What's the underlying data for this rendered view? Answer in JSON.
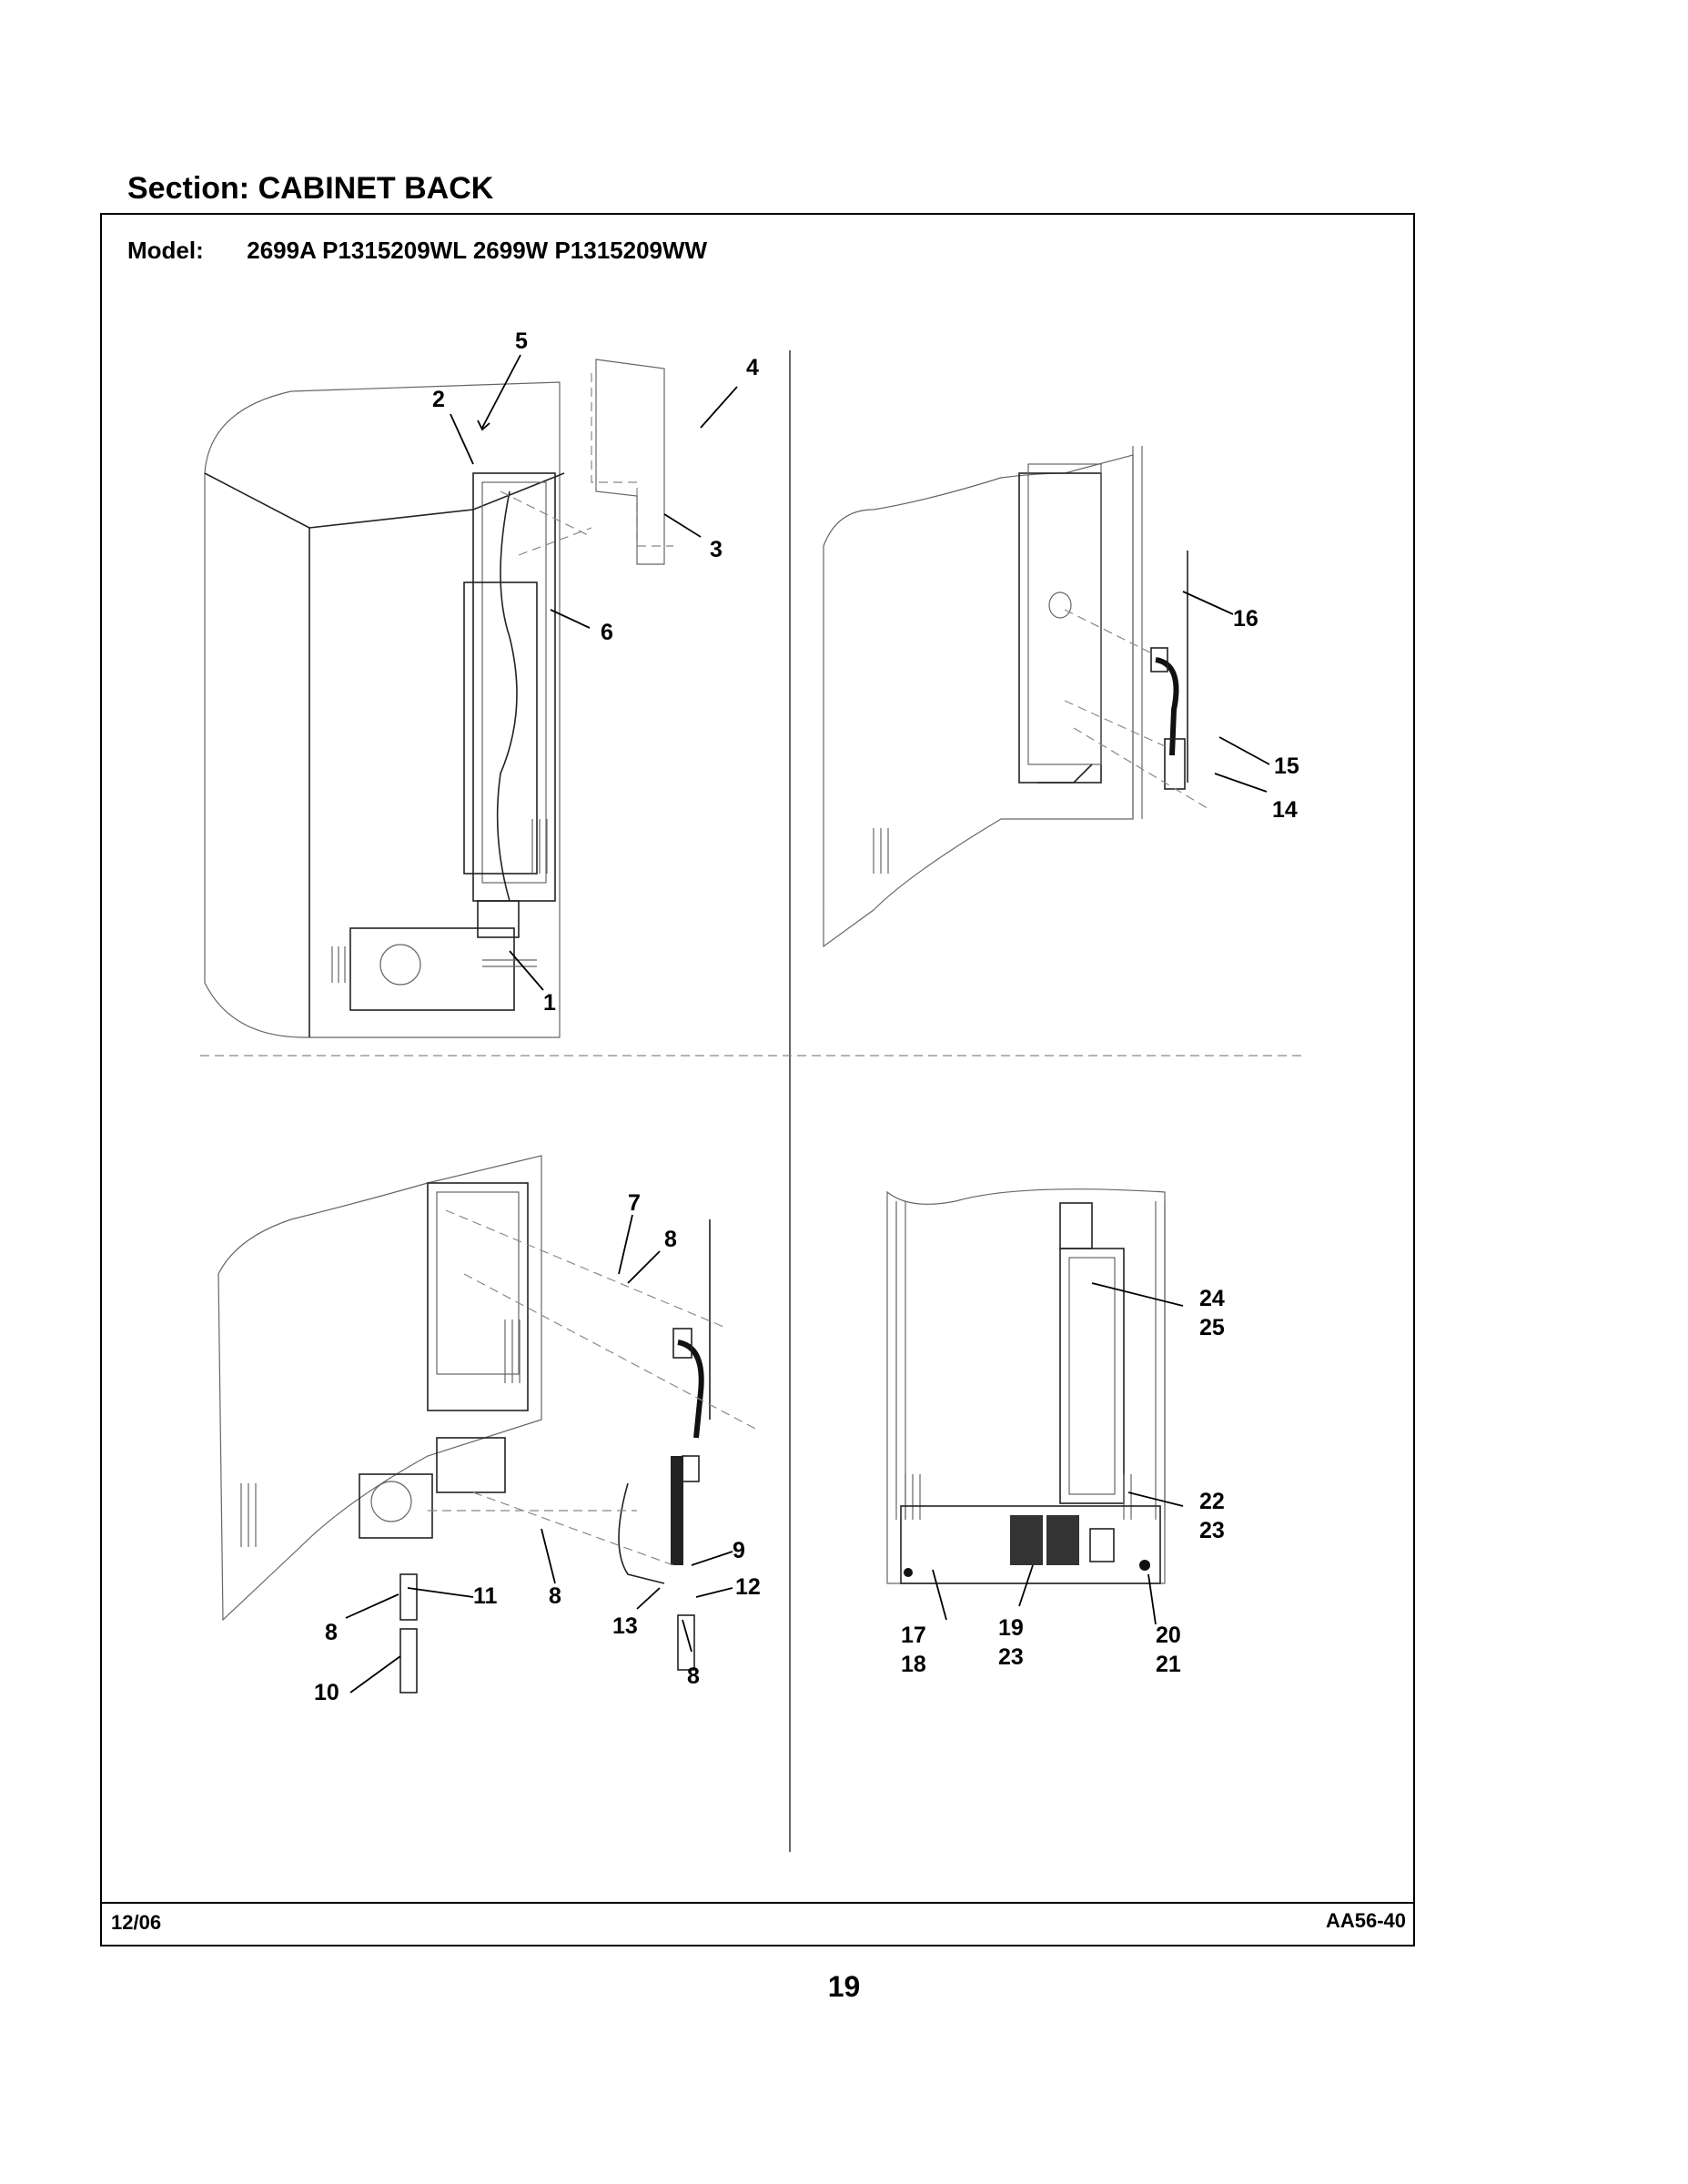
{
  "header": {
    "section_label": "Section:",
    "section_name": "CABINET BACK",
    "model_label": "Model:",
    "model_numbers": "2699A P1315209WL 2699W P1315209WW"
  },
  "footer": {
    "date": "12/06",
    "code": "AA56-40",
    "page_number": "19"
  },
  "callouts": {
    "c1": "1",
    "c2": "2",
    "c3": "3",
    "c4": "4",
    "c5": "5",
    "c6": "6",
    "c7": "7",
    "c8a": "8",
    "c8b": "8",
    "c8c": "8",
    "c8d": "8",
    "c9": "9",
    "c10": "10",
    "c11": "11",
    "c12": "12",
    "c13": "13",
    "c14": "14",
    "c15": "15",
    "c16": "16",
    "c17": "17",
    "c18": "18",
    "c19": "19",
    "c23a": "23",
    "c20": "20",
    "c21": "21",
    "c22": "22",
    "c23b": "23",
    "c24": "24",
    "c25": "25"
  }
}
